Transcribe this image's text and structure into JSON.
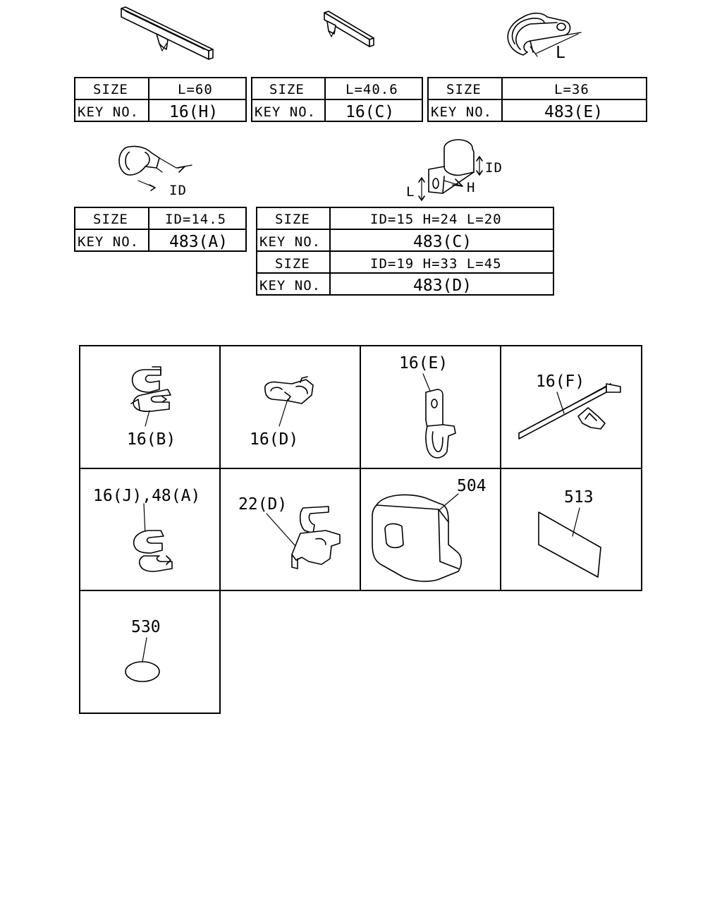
{
  "tables": {
    "t1": {
      "row1_label": "SIZE",
      "row1_value": "L=60",
      "row2_label": "KEY NO.",
      "row2_value": "16(H)"
    },
    "t2": {
      "row1_label": "SIZE",
      "row1_value": "L=40.6",
      "row2_label": "KEY NO.",
      "row2_value": "16(C)"
    },
    "t3": {
      "row1_label": "SIZE",
      "row1_value": "L=36",
      "row2_label": "KEY NO.",
      "row2_value": "483(E)"
    },
    "t4": {
      "row1_label": "SIZE",
      "row1_value": "ID=14.5",
      "row2_label": "KEY NO.",
      "row2_value": "483(A)"
    },
    "t5": {
      "row1_label": "SIZE",
      "row1_value": "ID=15 H=24 L=20",
      "row2_label": "KEY NO.",
      "row2_value": "483(C)",
      "row3_label": "SIZE",
      "row3_value": "ID=19 H=33 L=45",
      "row4_label": "KEY NO.",
      "row4_value": "483(D)"
    }
  },
  "dimensions": {
    "clip_e_length": "L",
    "clamp_a_inner": "ID",
    "clamp_cd_inner": "ID",
    "clamp_cd_height": "H",
    "clamp_cd_length": "L"
  },
  "grid_labels": {
    "cell1": "16(B)",
    "cell2": "16(D)",
    "cell3": "16(E)",
    "cell4": "16(F)",
    "cell5": "16(J),48(A)",
    "cell6": "22(D)",
    "cell7": "504",
    "cell8": "513",
    "cell9": "530"
  }
}
